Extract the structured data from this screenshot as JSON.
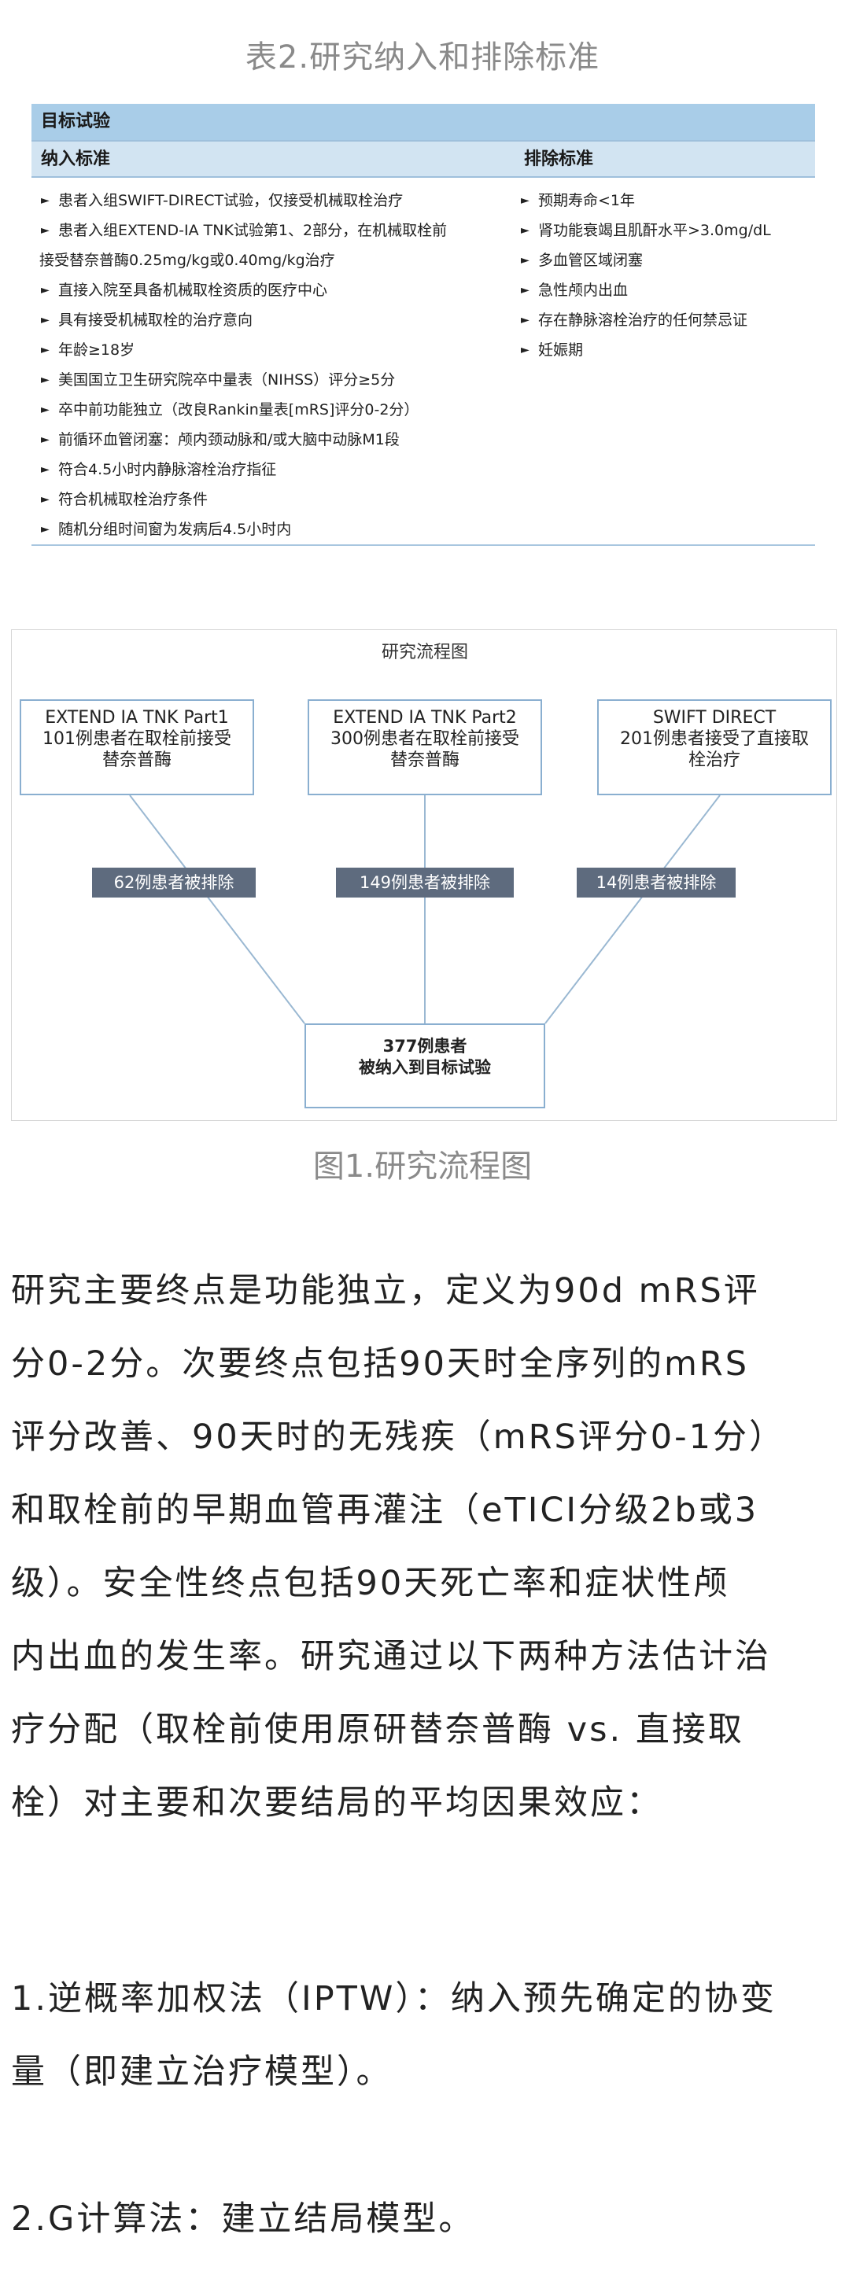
{
  "table_title": "表2.研究纳入和排除标准",
  "criteria": {
    "header": "目标试验",
    "inclusion_header": "纳入标准",
    "exclusion_header": "排除标准",
    "inclusion": [
      "患者入组SWIFT-DIRECT试验，仅接受机械取栓治疗",
      "患者入组EXTEND-IA TNK试验第1、2部分，在机械取栓前",
      "接受替奈普酶0.25mg/kg或0.40mg/kg治疗",
      "直接入院至具备机械取栓资质的医疗中心",
      "具有接受机械取栓的治疗意向",
      "年龄≥18岁",
      "美国国立卫生研究院卒中量表（NIHSS）评分≥5分",
      "卒中前功能独立（改良Rankin量表[mRS]评分0-2分）",
      "前循环血管闭塞：颅内颈动脉和/或大脑中动脉M1段",
      "符合4.5小时内静脉溶栓治疗指征",
      "符合机械取栓治疗条件",
      "随机分组时间窗为发病后4.5小时内"
    ],
    "exclusion": [
      "预期寿命<1年",
      "肾功能衰竭且肌酐水平>3.0mg/dL",
      "多血管区域闭塞",
      "急性颅内出血",
      "存在静脉溶栓治疗的任何禁忌证",
      "妊娠期"
    ]
  },
  "flowchart": {
    "title": "研究流程图",
    "boxes": [
      {
        "line1": "EXTEND IA TNK Part1",
        "line2": "101例患者在取栓前接受",
        "line3": "替奈普酶"
      },
      {
        "line1": "EXTEND IA TNK Part2",
        "line2": "300例患者在取栓前接受",
        "line3": "替奈普酶"
      },
      {
        "line1": "SWIFT DIRECT",
        "line2": "201例患者接受了直接取",
        "line3": "栓治疗"
      }
    ],
    "excluded": [
      "62例患者被排除",
      "149例患者被排除",
      "14例患者被排除"
    ],
    "result": {
      "line1": "377例患者",
      "line2": "被纳入到目标试验"
    }
  },
  "figure_caption": "图1.研究流程图",
  "paragraphs": {
    "p1": [
      "研究主要终点是功能独立，定义为90d mRS评",
      "分0-2分。次要终点包括90天时全序列的mRS",
      "评分改善、90天时的无残疾（mRS评分0-1分）",
      "和取栓前的早期血管再灌注（eTICI分级2b或3",
      "级）。安全性终点包括90天死亡率和症状性颅",
      "内出血的发生率。研究通过以下两种方法估计治",
      "疗分配（取栓前使用原研替奈普酶 vs. 直接取",
      "栓）对主要和次要结局的平均因果效应："
    ],
    "p2": [
      "1.逆概率加权法（IPTW）：纳入预先确定的协变",
      "量（即建立治疗模型）。"
    ],
    "p3": [
      "2.G计算法：建立结局模型。"
    ]
  }
}
